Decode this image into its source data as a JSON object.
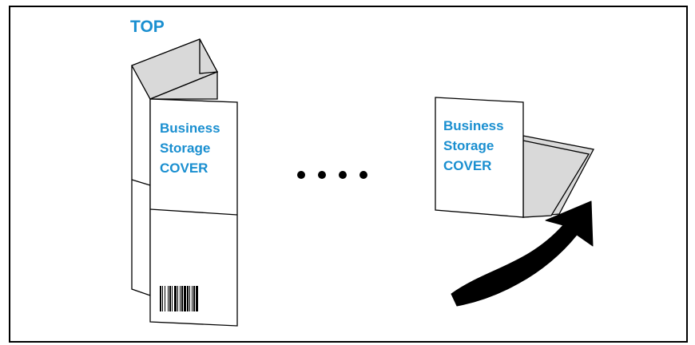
{
  "colors": {
    "accent": "#1a8fd0",
    "page_fill": "#ffffff",
    "back_fill": "#d9d9d9",
    "stroke": "#000000",
    "arrow": "#000000"
  },
  "top_label": "TOP",
  "left_cover": {
    "lines": [
      "Business",
      "Storage",
      "COVER"
    ]
  },
  "right_cover": {
    "lines": [
      "Business",
      "Storage",
      "COVER"
    ]
  },
  "ellipsis_dots": 4,
  "icons": {
    "barcode": "barcode-icon",
    "arrow": "curved-arrow-icon"
  }
}
